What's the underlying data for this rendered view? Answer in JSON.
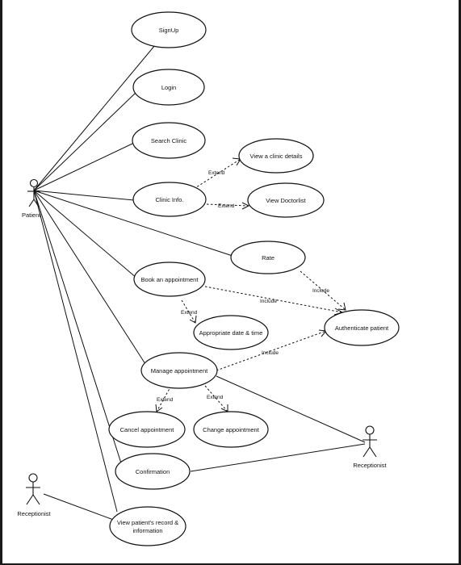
{
  "actors": {
    "patient": "Patient",
    "receptionist_right": "Receptionist",
    "receptionist_left": "Receptionist"
  },
  "use_cases": {
    "signup": "SignUp",
    "login": "Login",
    "search_clinic": "Search Clinic",
    "clinic_info": "Clinic Info.",
    "view_clinic_details": "View a clinic details",
    "view_doctorlist": "View Doctorlist",
    "rate": "Rate",
    "book_appointment": "Book an appointment",
    "appropriate_date": "Appropriate date & time",
    "authenticate_patient": "Authenticate patient",
    "manage_appointment": "Manage appointment",
    "cancel_appointment": "Cancel appointment",
    "change_appointment": "Change appointment",
    "confirmation": "Confirmation",
    "view_record_line1": "View patient's record &",
    "view_record_line2": "information"
  },
  "relations": {
    "extend_details": "Extend",
    "extend_doctorlist": "Extend",
    "include_rate": "Include",
    "include_book": "Include",
    "extend_date": "Extend",
    "include_manage": "Include",
    "extend_cancel": "Extend",
    "extend_change": "Extend"
  }
}
